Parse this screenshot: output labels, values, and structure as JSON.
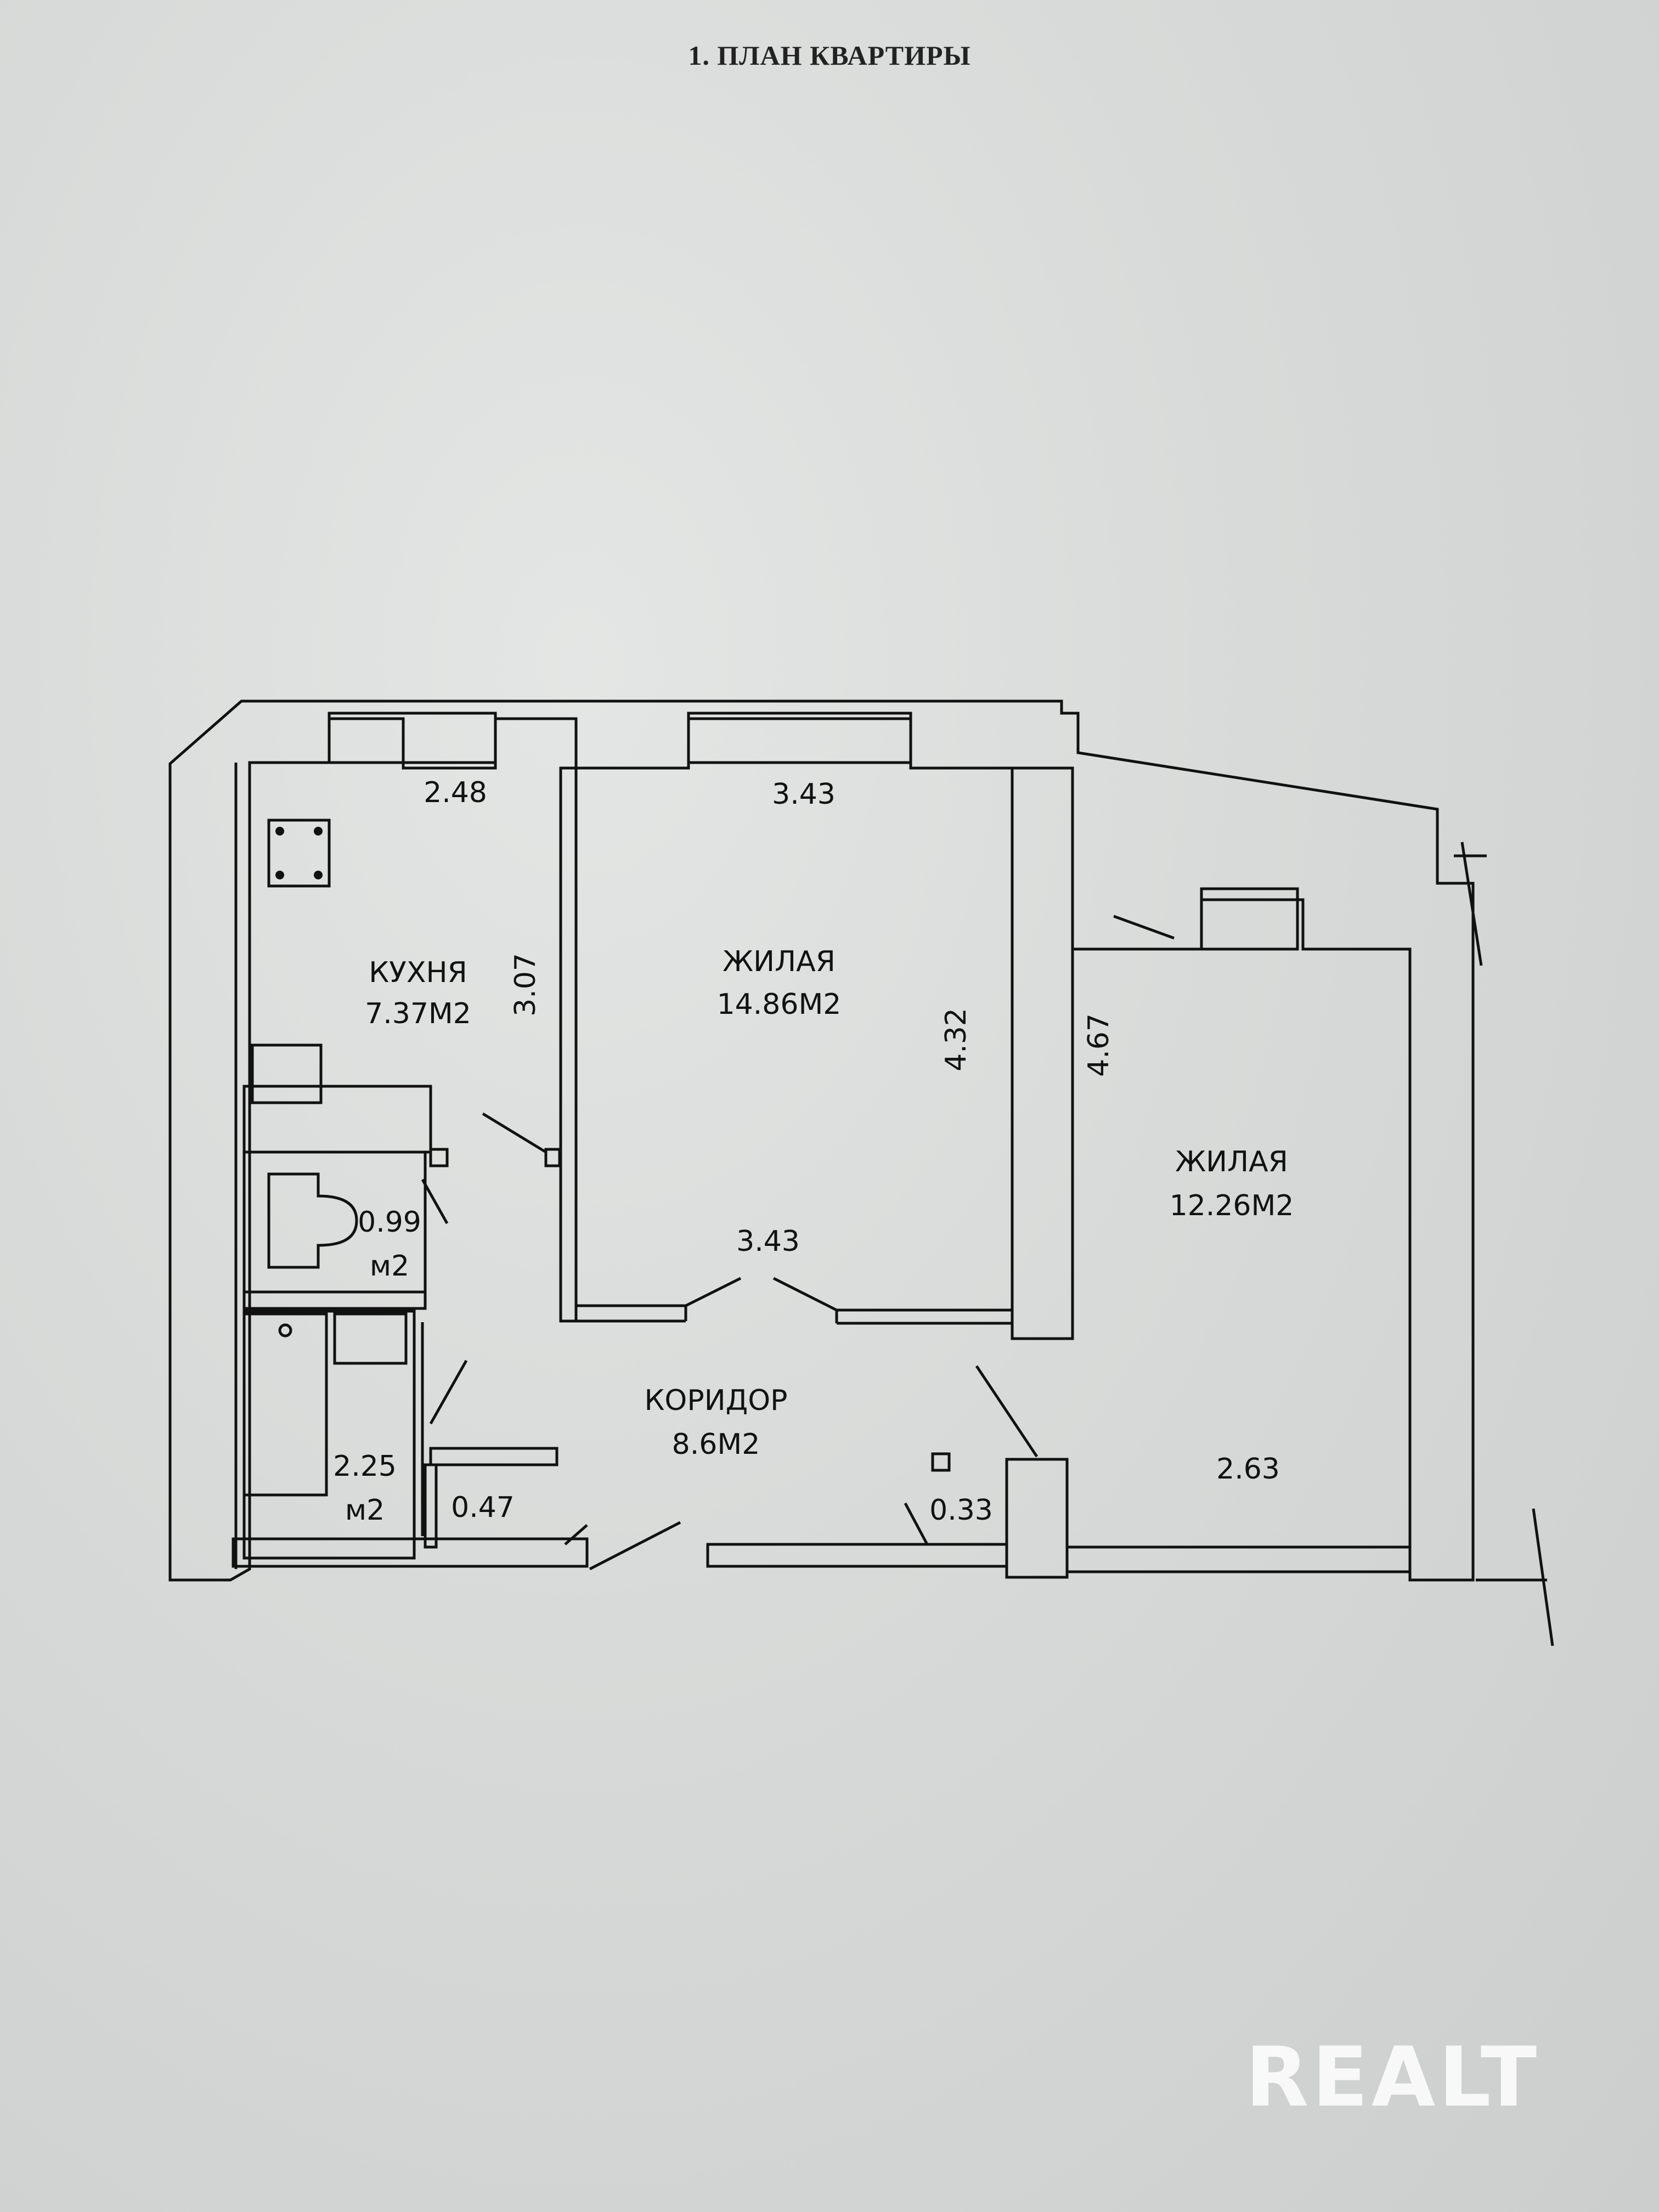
{
  "title": "1. ПЛАН КВАРТИРЫ",
  "rooms": {
    "kitchen": {
      "name": "КУХНЯ",
      "area": "7.37М2"
    },
    "living_1": {
      "name": "ЖИЛАЯ",
      "area": "14.86М2"
    },
    "living_2": {
      "name": "ЖИЛАЯ",
      "area": "12.26М2"
    },
    "corridor": {
      "name": "КОРИДОР",
      "area": "8.6М2"
    },
    "toilet": {
      "area_value": "0.99",
      "area_unit": "м2"
    },
    "bathroom": {
      "area_value": "2.25",
      "area_unit": "м2"
    }
  },
  "dimensions": {
    "kitchen_width": "2.48",
    "kitchen_length": "3.07",
    "living_1_width_top": "3.43",
    "living_1_width_bottom": "3.43",
    "living_1_length": "4.32",
    "living_2_length": "4.67",
    "living_2_width": "2.63",
    "closet_left": "0.47",
    "closet_right": "0.33"
  },
  "watermark": "REALT"
}
